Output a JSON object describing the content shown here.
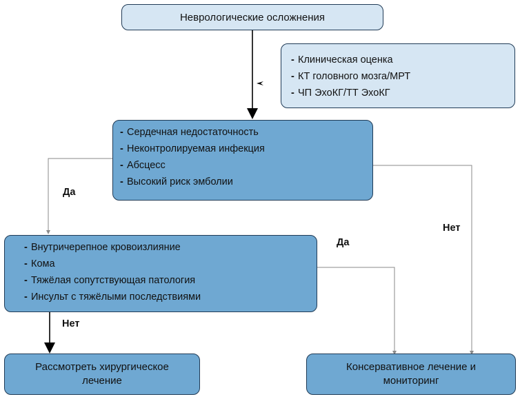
{
  "title": "Неврологические осложнения",
  "diagnostics": [
    "Клиническая оценка",
    "КТ головного мозга/МРТ",
    "ЧП ЭхоКГ/ТТ ЭхоКГ"
  ],
  "criteria_top": [
    "Сердечная недостаточность",
    "Неконтролируемая  инфекция",
    "Абсцесс",
    "Высокий риск эмболии"
  ],
  "criteria_bottom": [
    "Внутричерепное кровоизлияние",
    "Кома",
    "Тяжёлая сопутствующая патология",
    "Инсульт с тяжёлыми последствиями"
  ],
  "outcome_surgery": [
    "Рассмотреть хирургическое",
    "лечение"
  ],
  "outcome_conservative": [
    "Консервативное лечение и",
    "мониторинг"
  ],
  "labels": {
    "yes_left": "Да",
    "no_right": "Нет",
    "yes_middle": "Да",
    "no_bottom": "Нет"
  },
  "colors": {
    "box_dark": "#6fa8d2",
    "box_light": "#d6e6f3",
    "border": "#1f3a55",
    "line_gray": "#8a8a8a",
    "arrow_black": "#000000"
  }
}
